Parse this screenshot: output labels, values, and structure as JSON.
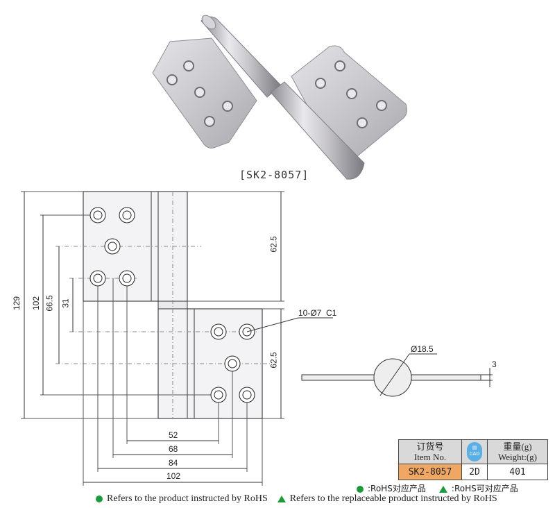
{
  "product": {
    "code_label": "[SK2-8057]"
  },
  "dimensions": {
    "height_total": "129",
    "height_102": "102",
    "height_66_5": "66.5",
    "height_31": "31",
    "leaf_upper": "62.5",
    "leaf_lower": "62.5",
    "width_52": "52",
    "width_68": "68",
    "width_84": "84",
    "width_102": "102",
    "holes": "10-Ø7  C1",
    "barrel_diameter": "Ø18.5",
    "thickness": "3"
  },
  "spec_table": {
    "col1_cn": "订货号",
    "col1_en": "Item No.",
    "col2_label": "2D",
    "col3_cn": "重量(g)",
    "col3_en": "Weight:(g)",
    "item_no": "SK2-8057",
    "weight": "401",
    "cad_icon": "cad-icon"
  },
  "legend": {
    "rohs_cn": ":RoHS对应产品",
    "rohs_replaceable_cn": ":RoHS可对应产品",
    "rohs_en": "Refers to the product instructed by RoHS",
    "rohs_replaceable_en": "Refers to the replaceable product instructed by RoHS",
    "color": "#1e9a3a"
  }
}
